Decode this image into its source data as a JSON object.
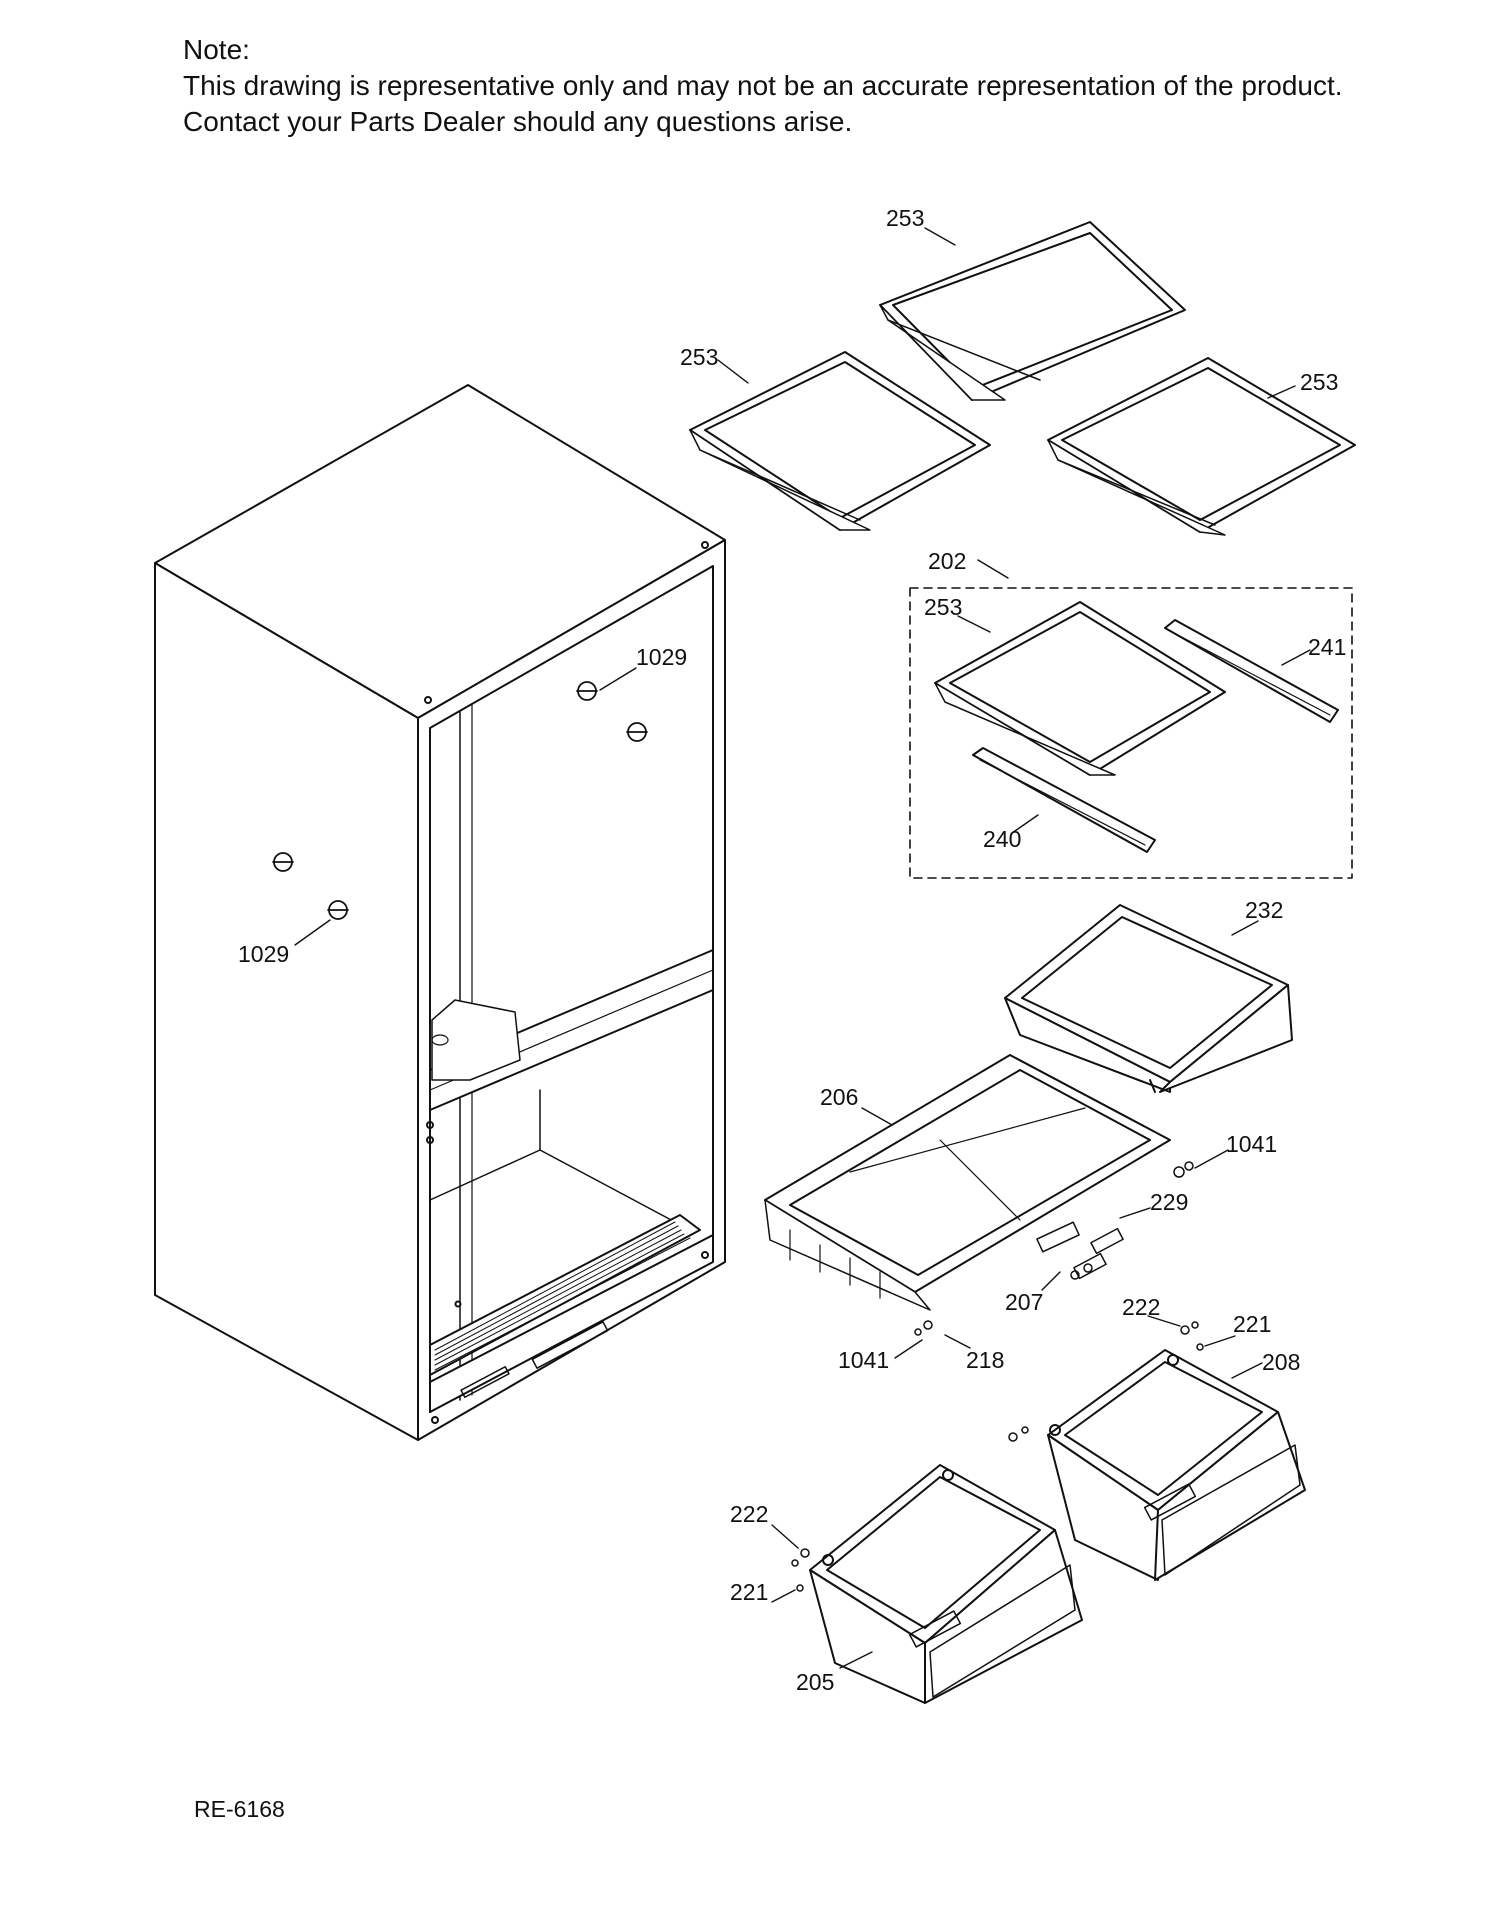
{
  "note": {
    "heading": "Note:",
    "line1": "This drawing is representative only and may not be an accurate representation of the product.",
    "line2": "Contact your Parts Dealer should any questions arise."
  },
  "doc_code": "RE-6168",
  "callouts": {
    "shelf_top": "253",
    "shelf_left": "253",
    "shelf_right": "253",
    "shelf_assembly": "202",
    "shelf_in_assembly": "253",
    "rail_right": "241",
    "rail_left": "240",
    "stud_right": "1029",
    "stud_left": "1029",
    "snack_pan": "232",
    "cover_pan": "206",
    "bushing_right": "1041",
    "bushing_left": "1041",
    "handle": "229",
    "slide": "207",
    "roller": "218",
    "clip_right": "222",
    "clip_left": "222",
    "pin_right": "221",
    "pin_left": "221",
    "drawer_right": "208",
    "drawer_left": "205"
  }
}
